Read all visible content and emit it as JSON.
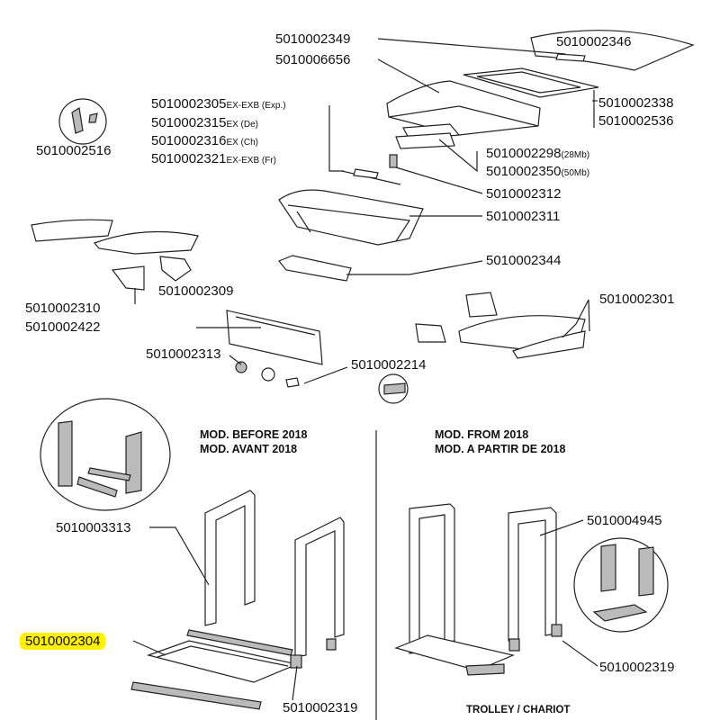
{
  "parts": {
    "p2349": "5010002349",
    "p2346": "5010002346",
    "p6656": "5010006656",
    "p2338": "5010002338",
    "p2536": "5010002536",
    "p2305": "5010002305",
    "p2305_suffix": "EX-EXB (Exp.)",
    "p2315": "5010002315",
    "p2315_suffix": "EX (De)",
    "p2316": "5010002316",
    "p2316_suffix": "EX (Ch)",
    "p2321": "5010002321",
    "p2321_suffix": "EX-EXB (Fr)",
    "p2516": "5010002516",
    "p2298": "5010002298",
    "p2298_suffix": "(28Mb)",
    "p2350": "5010002350",
    "p2350_suffix": "(50Mb)",
    "p2312": "5010002312",
    "p2311": "5010002311",
    "p2344": "5010002344",
    "p2310": "5010002310",
    "p2309": "5010002309",
    "p2301": "5010002301",
    "p2422": "5010002422",
    "p2313": "5010002313",
    "p2214": "5010002214",
    "p3313": "5010003313",
    "p4945": "5010004945",
    "p2304": "5010002304",
    "p2319_left": "5010002319",
    "p2319_right": "5010002319"
  },
  "headers": {
    "before_line1": "MOD. BEFORE 2018",
    "before_line2": "MOD. AVANT 2018",
    "from_line1": "MOD. FROM 2018",
    "from_line2": "MOD. A PARTIR DE 2018",
    "trolley": "TROLLEY / CHARIOT"
  },
  "highlight_color": "#fff200"
}
